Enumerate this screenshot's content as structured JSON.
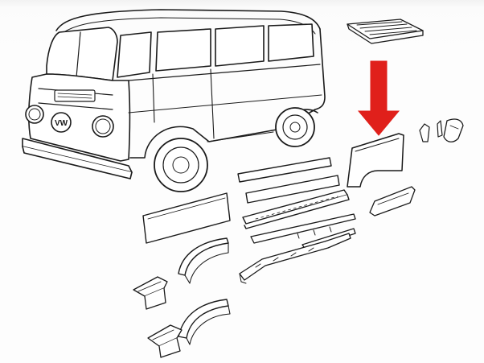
{
  "figure": {
    "vehicle": "vw-type2-bay-window-bus",
    "emblem_text": "VW",
    "arrow_color": "#e0201b",
    "ink_color": "#1a1a1a",
    "paper_color": "#fdfdfd"
  },
  "parts": [
    {
      "id": "floor-pan-section"
    },
    {
      "id": "rear-quarter-panel",
      "highlighted": true
    },
    {
      "id": "small-bracket-a"
    },
    {
      "id": "small-bracket-b"
    },
    {
      "id": "corner-cap"
    },
    {
      "id": "rear-quarter-lower-patch"
    },
    {
      "id": "upper-side-strip"
    },
    {
      "id": "middle-side-strip"
    },
    {
      "id": "side-panel-long"
    },
    {
      "id": "door-sill-rail"
    },
    {
      "id": "rocker-inner-sill"
    },
    {
      "id": "floor-outrigger-rail"
    },
    {
      "id": "front-wheel-arch"
    },
    {
      "id": "front-jack-bracket"
    },
    {
      "id": "rear-wheel-arch"
    },
    {
      "id": "rear-jack-bracket"
    }
  ]
}
